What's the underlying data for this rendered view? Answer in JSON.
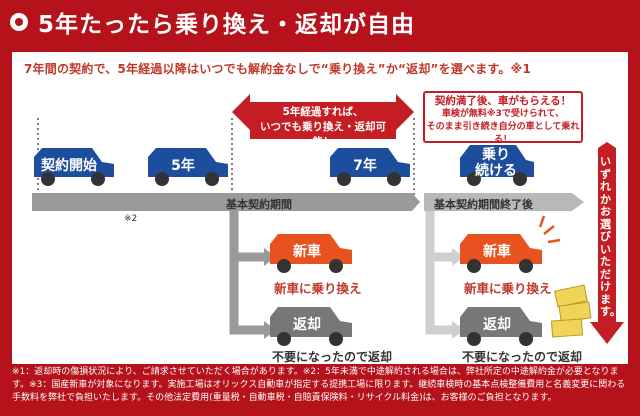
{
  "header": {
    "title": "5年たったら乗り換え・返却が自由"
  },
  "intro": "7年間の契約で、5年経過以降はいつでも解約金なしで“乗り換え”か“返却”を選べます。※1",
  "callout": {
    "line1": "5年経過すれば、",
    "line2": "いつでも乗り換え・返却可能！"
  },
  "cars": {
    "start": "契約開始",
    "year5": "5年",
    "year7": "7年",
    "keep_line1": "乗り",
    "keep_line2": "続ける"
  },
  "track": {
    "basic": "基本契約期間",
    "after": "基本契約期間終了後",
    "note2": "※2"
  },
  "gift": {
    "line1": "契約満了後、車がもらえる！",
    "line2": "車検が無料※3で受けられて、",
    "line3": "そのまま引き続き自分の車として乗れる！"
  },
  "options": {
    "new_car": "新車",
    "new_car_caption": "新車に乗り換え",
    "return": "返却",
    "return_caption": "不要になったので返却"
  },
  "side_text": "いずれかお選びいただけます。",
  "footer": "※1：返却時の傷損状況により、ご請求させていただく場合があります。※2：5年未満で中途解約される場合は、弊社所定の中途解約金が必要となります。※3：国産新車が対象になります。実施工場はオリックス自動車が指定する提携工場に限ります。継続車検時の基本点検整備費用と名義変更に関わる手数料を弊社で負担いたします。その他法定費用(重量税・自動車税・自賠責保険料・リサイクル料金)は、お客様のご負担となります。",
  "colors": {
    "brand_red": "#b5121b",
    "car_blue": "#1d4e9e",
    "new_car_red": "#e8521f",
    "return_gray": "#777777",
    "track_gray": "#9a9a9a"
  }
}
